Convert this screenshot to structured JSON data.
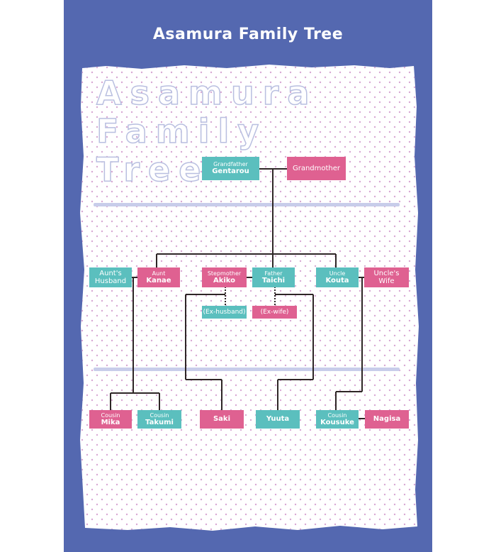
{
  "title": "Asamura Family Tree",
  "watermark": {
    "line1": "Asamura",
    "line2": "Family",
    "line3": "Tree"
  },
  "colors": {
    "frame": "#5468b0",
    "teal": "#5bbfbe",
    "pink": "#df6191",
    "line": "#2e2626",
    "dots": "#d7a8d3",
    "stripe": "#c8cdea"
  },
  "nodes": {
    "grandfather": {
      "role": "Grandfather",
      "name": "Gentarou"
    },
    "grandmother": {
      "name": "Grandmother"
    },
    "aunts_husband": {
      "name": "Aunt's\nHusband"
    },
    "aunt": {
      "role": "Aunt",
      "name": "Kanae"
    },
    "stepmother": {
      "role": "Stepmother",
      "name": "Akiko"
    },
    "father": {
      "role": "Father",
      "name": "Taichi"
    },
    "uncle": {
      "role": "Uncle",
      "name": "Kouta"
    },
    "uncles_wife": {
      "name": "Uncle's\nWife"
    },
    "ex_husband": {
      "name": "(Ex-husband)"
    },
    "ex_wife": {
      "name": "(Ex-wife)"
    },
    "mika": {
      "role": "Cousin",
      "name": "Mika"
    },
    "takumi": {
      "role": "Cousin",
      "name": "Takumi"
    },
    "saki": {
      "name": "Saki"
    },
    "yuuta": {
      "name": "Yuuta"
    },
    "kousuke": {
      "role": "Cousin",
      "name": "Kousuke"
    },
    "nagisa": {
      "name": "Nagisa"
    }
  }
}
